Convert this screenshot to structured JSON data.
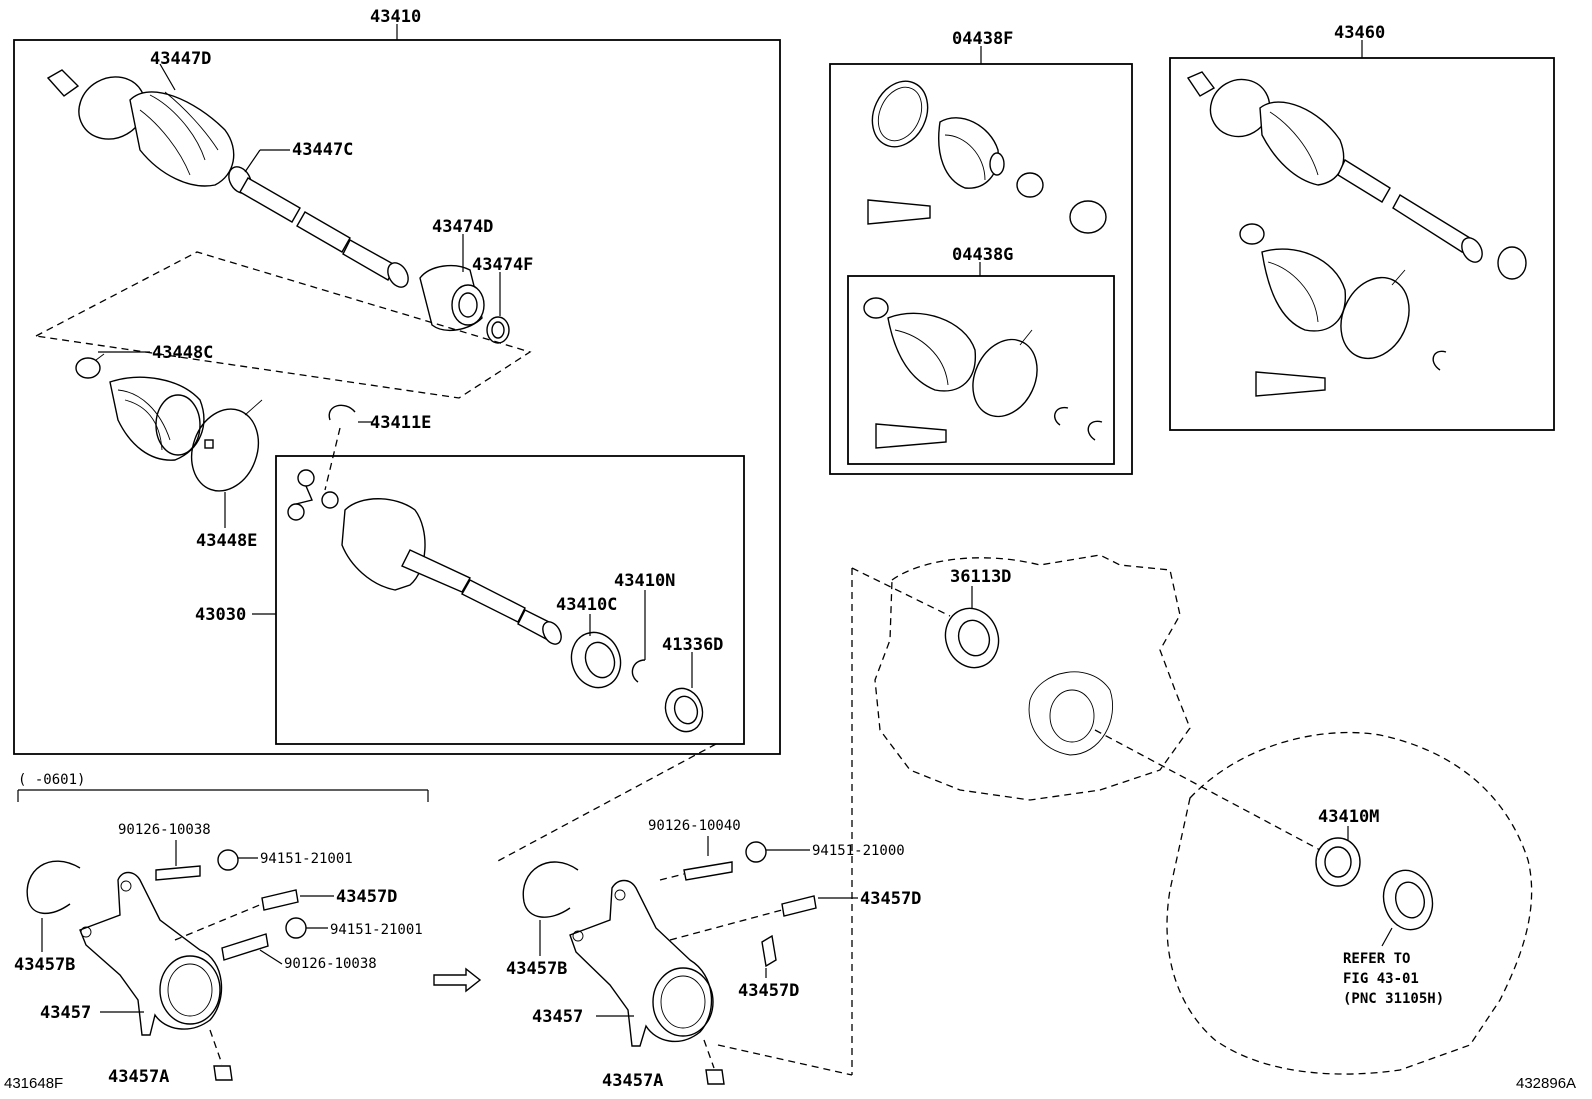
{
  "labels": {
    "p43410": "43410",
    "p43447D": "43447D",
    "p43447C": "43447C",
    "p43474D": "43474D",
    "p43474F": "43474F",
    "p43448C": "43448C",
    "p43411E": "43411E",
    "p43448E": "43448E",
    "p43030": "43030",
    "p43410N": "43410N",
    "p43410C": "43410C",
    "p41336D": "41336D",
    "p04438F": "04438F",
    "p04438G": "04438G",
    "p43460": "43460",
    "p36113D": "36113D",
    "p43410M": "43410M",
    "refer1": "REFER TO",
    "refer2": "FIG 43-01",
    "refer3": "(PNC 31105H)",
    "range": "(      -0601)",
    "l90126_10038a": "90126-10038",
    "l94151_21001a": "94151-21001",
    "l43457D_left": "43457D",
    "l94151_21001b": "94151-21001",
    "l90126_10038b": "90126-10038",
    "l43457B_left": "43457B",
    "l43457_left": "43457",
    "l43457A_left": "43457A",
    "l90126_10040": "90126-10040",
    "l94151_21000": "94151-21000",
    "l43457D_right1": "43457D",
    "l43457B_right": "43457B",
    "l43457D_right2": "43457D",
    "l43457_right": "43457",
    "l43457A_right": "43457A",
    "code_left": "431648F",
    "code_right": "432896A"
  }
}
